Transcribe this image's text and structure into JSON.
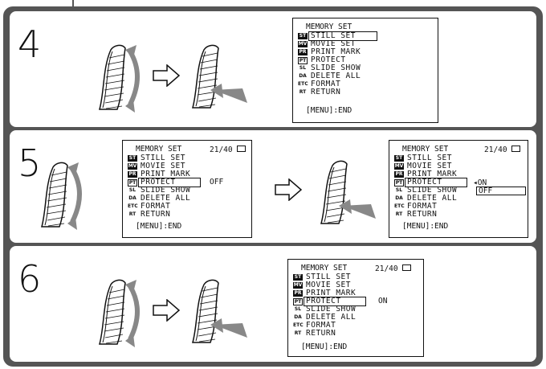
{
  "steps": [
    {
      "number": "4"
    },
    {
      "number": "5"
    },
    {
      "number": "6"
    }
  ],
  "menu": {
    "title": "MEMORY SET",
    "counter": "21/40",
    "items": [
      {
        "label": "STILL SET",
        "icon": "ST"
      },
      {
        "label": "MOVIE SET",
        "icon": "MV"
      },
      {
        "label": "PRINT MARK",
        "icon": "PR"
      },
      {
        "label": "PROTECT",
        "icon": "PT"
      },
      {
        "label": "SLIDE SHOW",
        "icon": "SL"
      },
      {
        "label": "DELETE ALL",
        "icon": "DA"
      },
      {
        "label": "FORMAT",
        "icon": "ETC"
      },
      {
        "label": "RETURN",
        "icon": "RT"
      }
    ],
    "end_label": "[MENU]:END",
    "value_off": "OFF",
    "value_on": "ON"
  },
  "icons": [
    "jog-dial-icon",
    "hollow-arrow-icon",
    "press-arrow-icon",
    "memory-card-icon",
    "return-icon"
  ],
  "colors": {
    "frame": "#555555",
    "ink": "#111111"
  }
}
